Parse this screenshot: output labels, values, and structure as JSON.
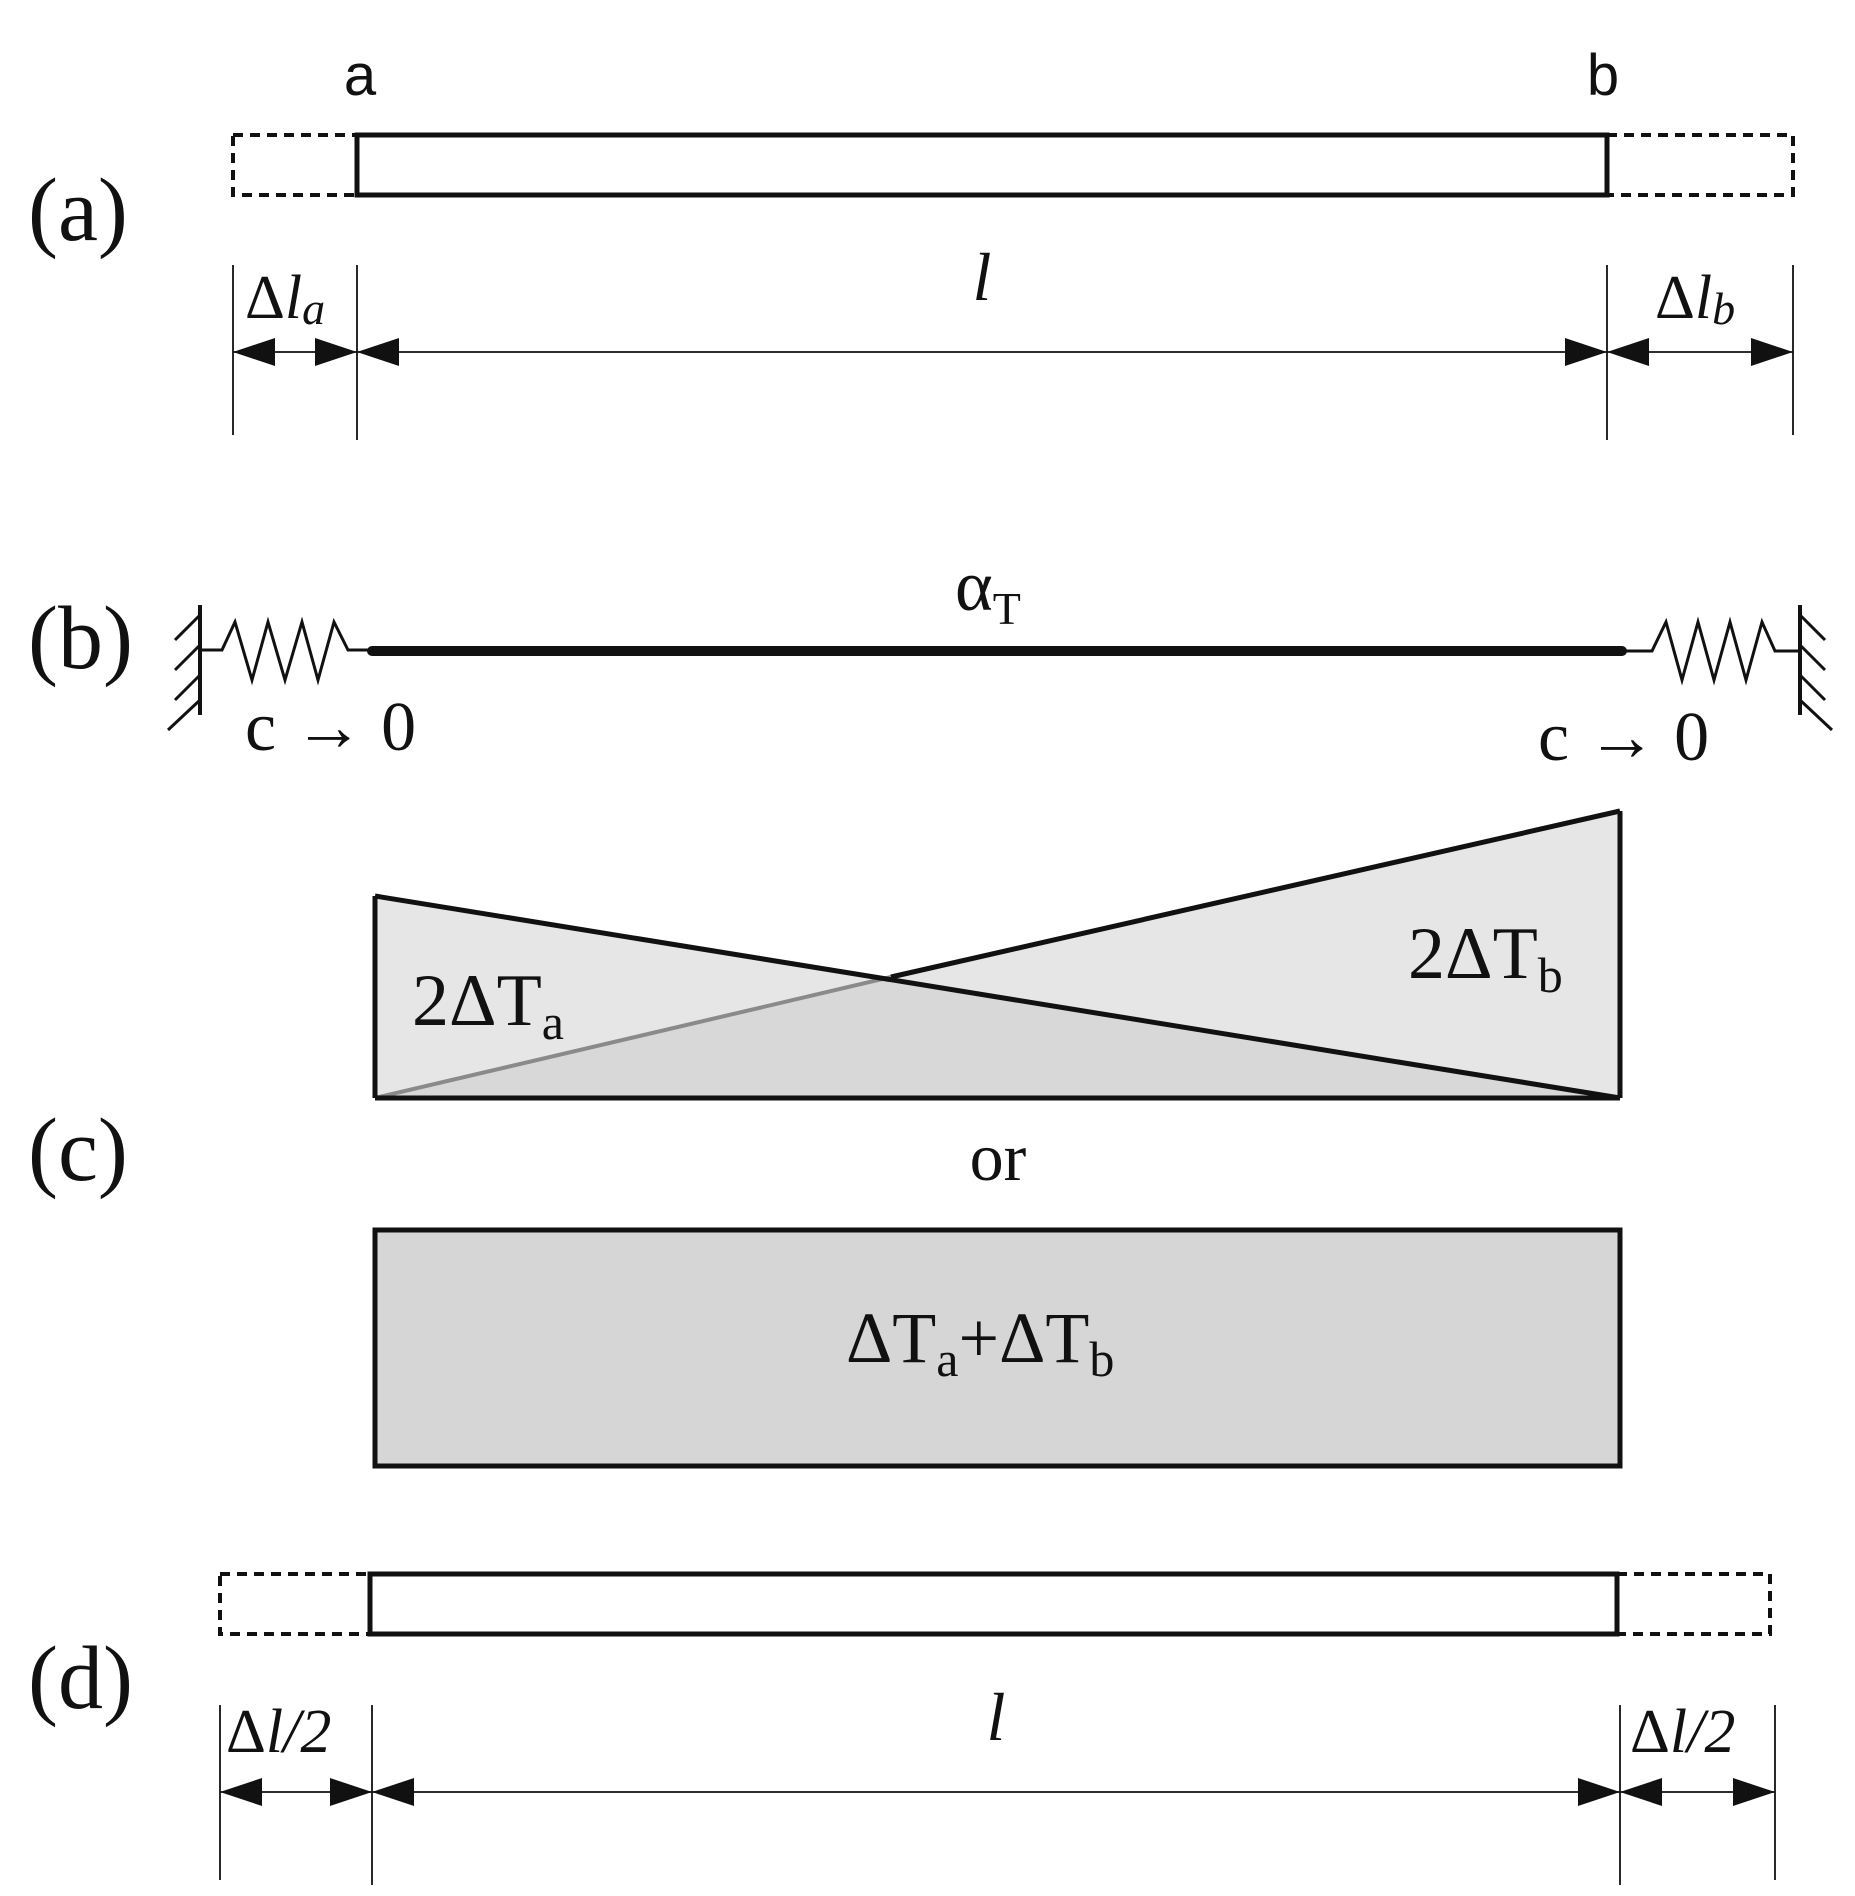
{
  "panels": {
    "a": {
      "label": "(a)",
      "end_a": "a",
      "end_b": "b",
      "dim_left_main": "Δ",
      "dim_left_var": "l",
      "dim_left_sub": "a",
      "dim_mid": "l",
      "dim_right_main": "Δ",
      "dim_right_var": "l",
      "dim_right_sub": "b"
    },
    "b": {
      "label": "(b)",
      "alpha_main": "α",
      "alpha_sub": "T",
      "spring_left": "c → 0",
      "spring_right": "c → 0"
    },
    "c": {
      "label": "(c)",
      "tri_left_main": "2ΔT",
      "tri_left_sub": "a",
      "tri_right_main": "2ΔT",
      "tri_right_sub": "b",
      "or": "or",
      "rect_p1": "ΔT",
      "rect_s1": "a",
      "rect_p2": "+ΔT",
      "rect_s2": "b",
      "fill_light": "#e6e6e6",
      "fill_overlap": "#d8d8d8",
      "fill_rect": "#d6d6d6",
      "gray_line": "#8a8a8a"
    },
    "d": {
      "label": "(d)",
      "dim_left_main": "Δ",
      "dim_left_var": "l/2",
      "dim_mid": "l",
      "dim_right_main": "Δ",
      "dim_right_var": "l/2"
    }
  }
}
